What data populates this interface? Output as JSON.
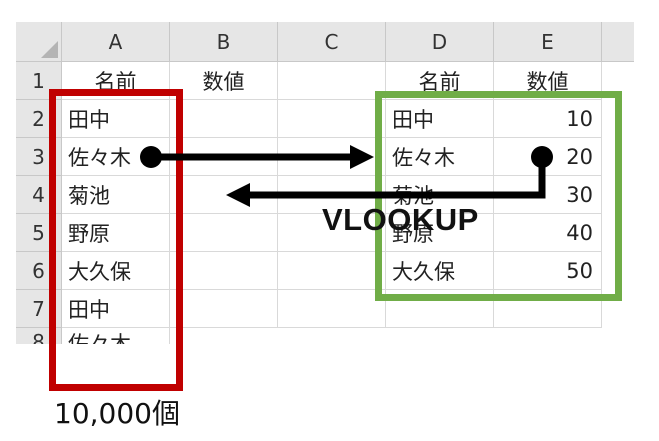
{
  "sheet": {
    "columns": [
      "A",
      "B",
      "C",
      "D",
      "E"
    ],
    "rows": [
      "1",
      "2",
      "3",
      "4",
      "5",
      "6",
      "7",
      "8"
    ],
    "header_row": {
      "A": "名前",
      "B": "数値",
      "C": "",
      "D": "名前",
      "E": "数値"
    },
    "col_a": [
      "田中",
      "佐々木",
      "菊池",
      "野原",
      "大久保",
      "田中",
      "佐々木"
    ],
    "lookup_table": [
      {
        "name": "田中",
        "value": "10"
      },
      {
        "name": "佐々木",
        "value": "20"
      },
      {
        "name": "菊池",
        "value": "30"
      },
      {
        "name": "野原",
        "value": "40"
      },
      {
        "name": "大久保",
        "value": "50"
      }
    ]
  },
  "annotations": {
    "function_label": "VLOOKUP",
    "count_label": "10,000個",
    "colors": {
      "red_frame": "#c00000",
      "green_frame": "#70ad47",
      "arrow": "#000000"
    }
  }
}
